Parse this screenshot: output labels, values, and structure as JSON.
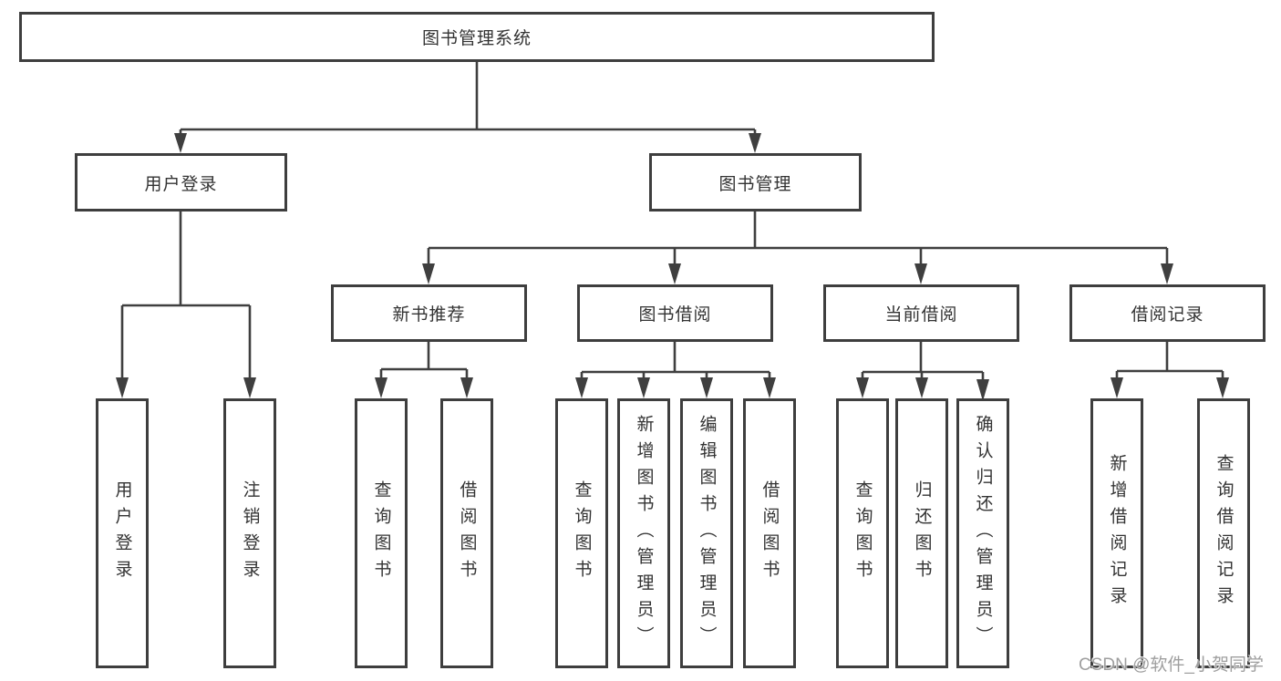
{
  "diagram": {
    "root": {
      "label": "图书管理系统"
    },
    "level2": {
      "user_login": {
        "label": "用户登录"
      },
      "book_management": {
        "label": "图书管理"
      }
    },
    "level3": {
      "new_book_recommend": {
        "label": "新书推荐"
      },
      "book_borrow": {
        "label": "图书借阅"
      },
      "current_borrow": {
        "label": "当前借阅"
      },
      "borrow_records": {
        "label": "借阅记录"
      }
    },
    "leaves": {
      "user_login": {
        "label": "用户登录"
      },
      "logout_login": {
        "label": "注销登录"
      },
      "recommend_query_books": {
        "label": "查询图书"
      },
      "recommend_borrow_books": {
        "label": "借阅图书"
      },
      "borrow_query_books": {
        "label": "查询图书"
      },
      "borrow_add_books_admin": {
        "label": "新增图书（管理员）"
      },
      "borrow_edit_books_admin": {
        "label": "编辑图书（管理员）"
      },
      "borrow_borrow_books": {
        "label": "借阅图书"
      },
      "current_query_books": {
        "label": "查询图书"
      },
      "current_return_books": {
        "label": "归还图书"
      },
      "current_confirm_return_admin": {
        "label": "确认归还（管理员）"
      },
      "records_add_borrow_record": {
        "label": "新增借阅记录"
      },
      "records_query_borrow_record": {
        "label": "查询借阅记录"
      }
    },
    "watermark": {
      "text": "CSDN @软件_小贺同学"
    },
    "colors": {
      "line": "#3f3f3f",
      "border": "#3e3e3e",
      "text": "#333333",
      "background": "#ffffff",
      "watermark_text": "#9f9f9f"
    }
  }
}
